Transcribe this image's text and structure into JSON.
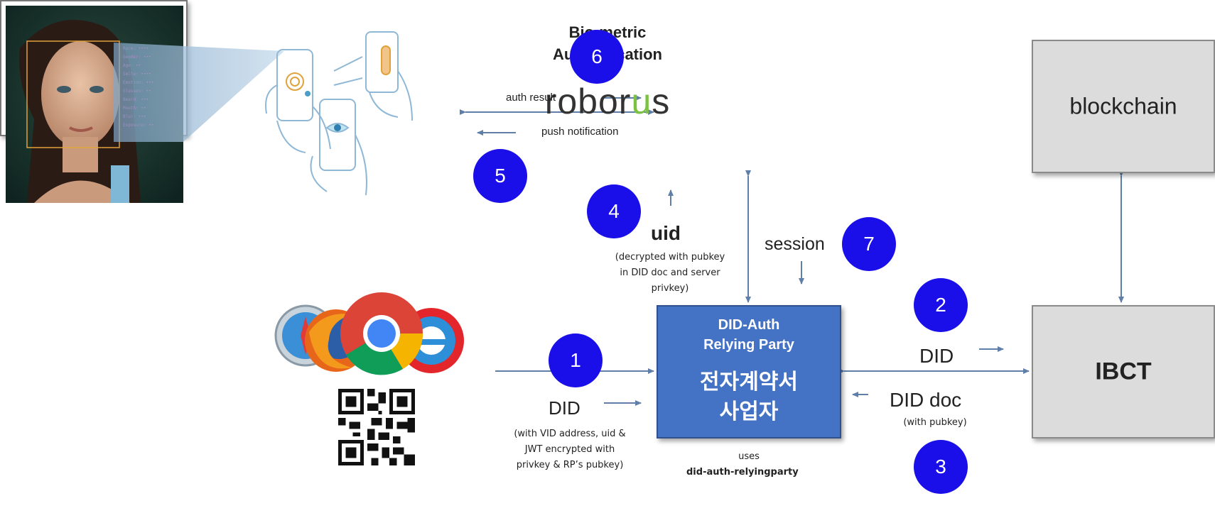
{
  "boxes": {
    "biometric": {
      "title_line1": "Bio-metric",
      "title_line2": "Authentication",
      "logo_text_a": "robor",
      "logo_text_u": "u",
      "logo_text_b": "s"
    },
    "blockchain": {
      "label": "blockchain"
    },
    "relying_party": {
      "title_line1": "DID-Auth",
      "title_line2": "Relying Party",
      "korean_line1": "전자계약서",
      "korean_line2": "사업자"
    },
    "ibct": {
      "label": "IBCT"
    }
  },
  "steps": [
    "1",
    "2",
    "3",
    "4",
    "5",
    "6",
    "7"
  ],
  "labels": {
    "auth_result": "auth result",
    "push_notification": "push notification",
    "uid": "uid",
    "uid_note": "(decrypted with pubkey in DID doc and server privkey)",
    "session": "session",
    "did_left": "DID",
    "did_left_note": "(with VID address, uid & JWT encrypted with privkey & RP’s pubkey)",
    "did_right": "DID",
    "did_doc": "DID doc",
    "did_doc_note": "(with pubkey)",
    "uses": "uses",
    "uses_lib": "did-auth-relyingparty"
  },
  "colors": {
    "step_circle": "#1a0fe8",
    "relying_party_fill": "#4472c4",
    "gray_box_fill": "#dcdcdc",
    "logo_accent": "#7cc242"
  },
  "icons": [
    "face-scan-photo",
    "phone-fingerprint-icon",
    "phone-finger-icon",
    "phone-eye-icon",
    "safari-icon",
    "firefox-icon",
    "chrome-icon",
    "ie-icon",
    "qr-code-icon"
  ]
}
